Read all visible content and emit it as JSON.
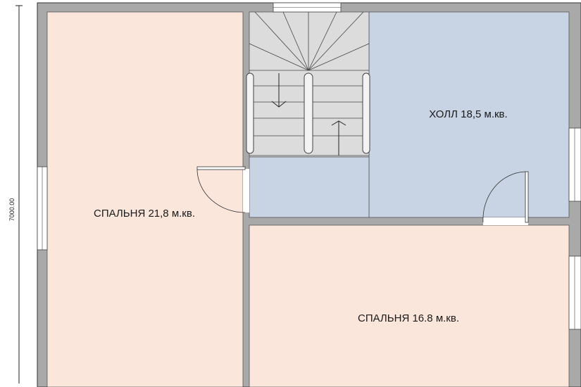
{
  "dimension": {
    "height_label": "7000.00"
  },
  "rooms": [
    {
      "id": "bedroom-left",
      "label": "СПАЛЬНЯ 21,8 м.кв.",
      "color": "#fbe6dc"
    },
    {
      "id": "hall",
      "label": "ХОЛЛ 18,5 м.кв.",
      "color": "#c8d3e4"
    },
    {
      "id": "bedroom-right",
      "label": "СПАЛЬНЯ 16.8 м.кв.",
      "color": "#fbe6dc"
    }
  ],
  "colors": {
    "wall": "#a9a9a9",
    "wall_stroke": "#333333",
    "stair": "#dcdcdc",
    "landing": "#c8d3e4"
  }
}
